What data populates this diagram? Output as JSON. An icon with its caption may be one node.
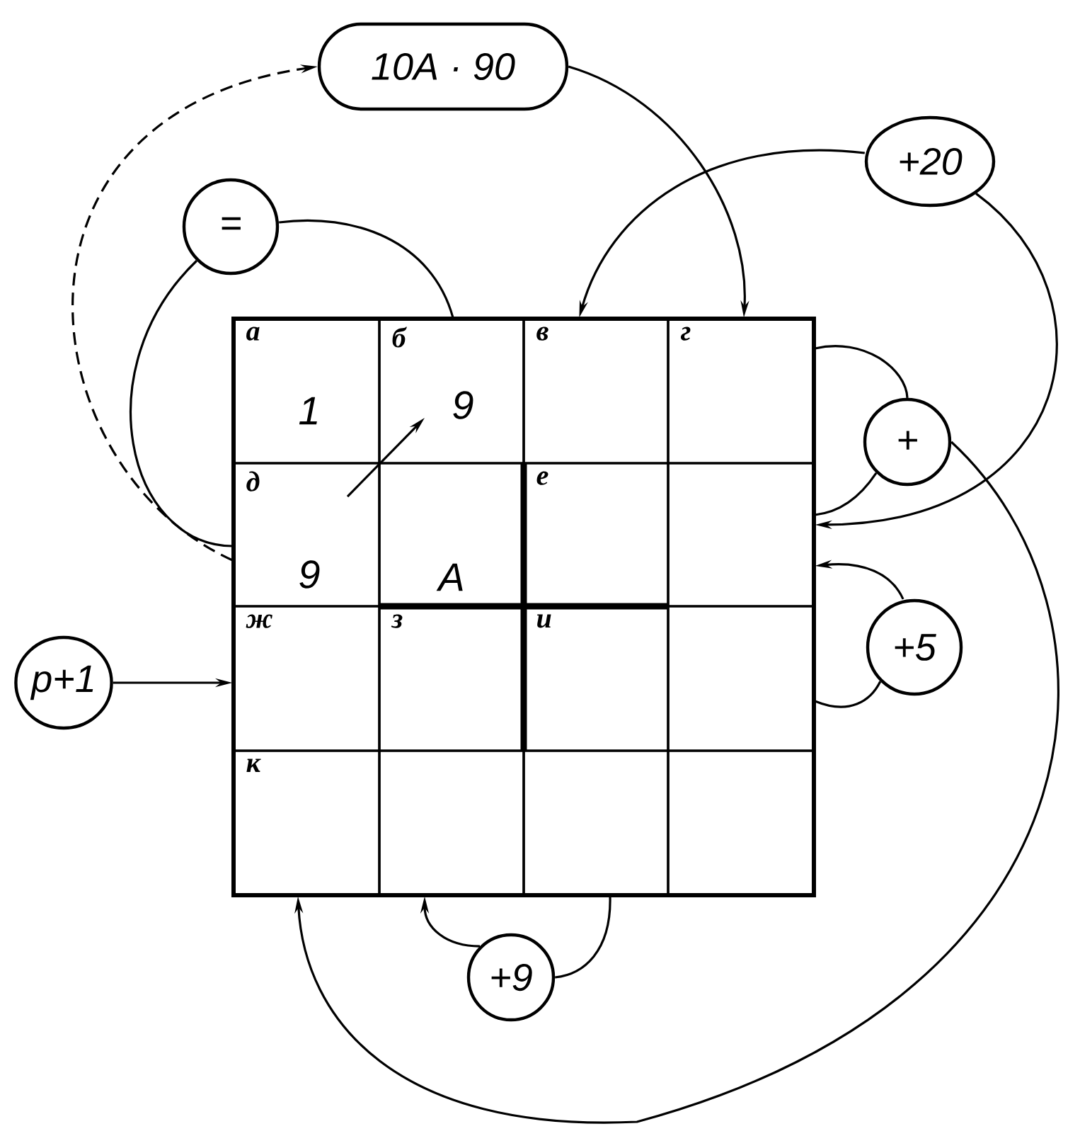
{
  "diagram": {
    "nodes": [
      {
        "text": [
          "10A · 90"
        ]
      },
      {
        "text": [
          "+20"
        ]
      },
      {
        "text": [
          "="
        ]
      },
      {
        "text": [
          "а",
          "1"
        ]
      },
      {
        "text": [
          "б",
          "9"
        ]
      },
      {
        "text": [
          "в"
        ]
      },
      {
        "text": [
          "г"
        ]
      },
      {
        "text": [
          "д",
          "9"
        ]
      },
      {
        "text": [
          "A"
        ]
      },
      {
        "text": [
          "е"
        ]
      },
      {
        "text": [],
        "shape": "box"
      },
      {
        "text": [
          "ж"
        ]
      },
      {
        "text": [
          "з"
        ]
      },
      {
        "text": [
          "и"
        ]
      },
      {
        "text": [],
        "shape": "box"
      },
      {
        "text": [
          "к"
        ]
      },
      {
        "text": [],
        "shape": "box"
      },
      {
        "text": [],
        "shape": "box"
      },
      {
        "text": [],
        "shape": "box"
      },
      {
        "text": [
          "+"
        ]
      },
      {
        "text": [
          "+5"
        ]
      },
      {
        "text": [
          "p+1"
        ]
      },
      {
        "text": [
          "+9"
        ]
      }
    ],
    "edges": [
      {
        "from": 7,
        "to": 0,
        "arrow": "to",
        "style": "dashed"
      },
      {
        "from": 0,
        "to": 6,
        "arrow": "to"
      },
      {
        "from": 1,
        "to": 5,
        "arrow": "to"
      },
      {
        "from": 1,
        "to": 10,
        "arrow": "to"
      },
      {
        "from": 4,
        "to": 2,
        "arrow": "none"
      },
      {
        "from": 2,
        "to": 7,
        "arrow": "none"
      },
      {
        "from": 6,
        "to": 19,
        "arrow": "none"
      },
      {
        "from": 19,
        "to": 10,
        "arrow": "none"
      },
      {
        "from": 19,
        "to": 15,
        "arrow": "to"
      },
      {
        "from": 20,
        "to": 10,
        "arrow": "to"
      },
      {
        "from": 14,
        "to": 20,
        "arrow": "none"
      },
      {
        "from": 21,
        "to": 11,
        "arrow": "to"
      },
      {
        "from": 17,
        "to": 22,
        "arrow": "none"
      },
      {
        "from": 22,
        "to": 16,
        "arrow": "to"
      },
      {
        "from": 7,
        "to": 4,
        "arrow": "to"
      }
    ]
  }
}
